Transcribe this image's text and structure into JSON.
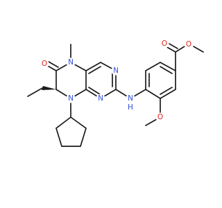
{
  "atom_labels": {
    "n5": "N",
    "n8": "N",
    "n1": "N",
    "n3": "N",
    "nh": "N",
    "h": "H",
    "o_carbonyl_ring": "O",
    "o_methoxy": "O",
    "o_ester_double": "O",
    "o_ester_single": "O"
  },
  "colors": {
    "bond": "#1a1a1a",
    "nitrogen": "#2f4fd6",
    "oxygen": "#e2231a",
    "background": "#ffffff"
  }
}
